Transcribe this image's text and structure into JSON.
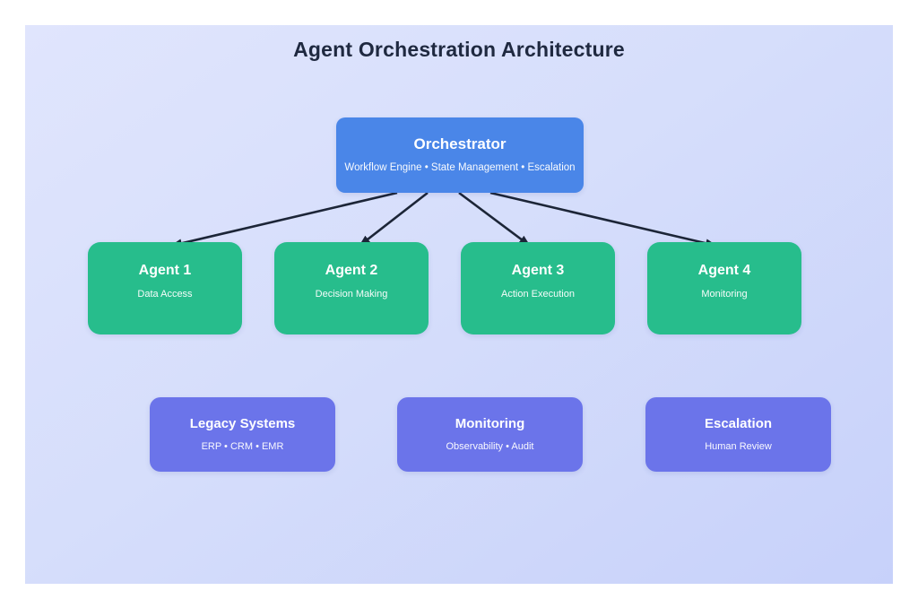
{
  "diagram": {
    "title": "Agent Orchestration Architecture",
    "orchestrator": {
      "title": "Orchestrator",
      "subtitle": "Workflow Engine • State Management • Escalation"
    },
    "agents": [
      {
        "title": "Agent 1",
        "subtitle": "Data Access"
      },
      {
        "title": "Agent 2",
        "subtitle": "Decision Making"
      },
      {
        "title": "Agent 3",
        "subtitle": "Action Execution"
      },
      {
        "title": "Agent 4",
        "subtitle": "Monitoring"
      }
    ],
    "external_systems": [
      {
        "title": "Legacy Systems",
        "subtitle": "ERP • CRM • EMR"
      },
      {
        "title": "Monitoring",
        "subtitle": "Observability • Audit"
      },
      {
        "title": "Escalation",
        "subtitle": "Human Review"
      }
    ],
    "colors": {
      "orchestrator": "#4a86e8",
      "agent": "#27bd8c",
      "external": "#6b74ea",
      "arrow": "#1c2537",
      "title_text": "#1f2940",
      "canvas_top": "#e0e5fd",
      "canvas_bottom": "#c7d1fa"
    }
  }
}
